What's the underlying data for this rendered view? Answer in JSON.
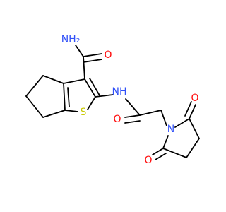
{
  "molecule": {
    "atoms": {
      "amide_n": "NH₂",
      "amide_o": "O",
      "linker_nh": "NH",
      "thiophene_s": "S",
      "acetyl_o": "O",
      "pyrrolidine_n": "N",
      "pyrrolidine_o_top": "O",
      "pyrrolidine_o_bottom": "O"
    },
    "colors": {
      "bond": "#000000",
      "nitrogen": "#3050f8",
      "oxygen": "#ff0d0d",
      "sulfur": "#c8c800"
    }
  }
}
